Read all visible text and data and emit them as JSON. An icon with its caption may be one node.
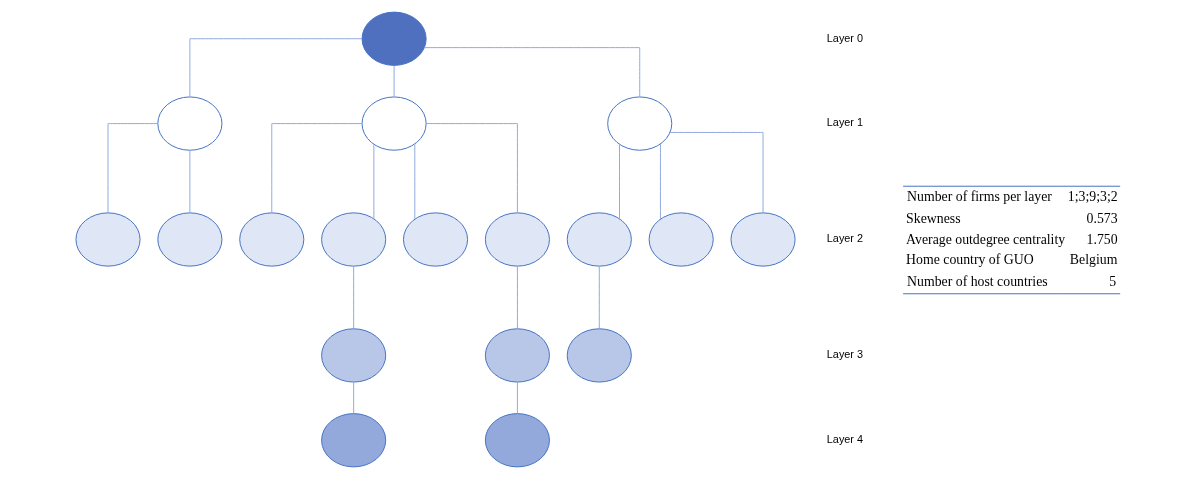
{
  "diagram": {
    "nodes": [
      {
        "text": [],
        "shape": "circle"
      },
      {
        "text": [],
        "shape": "circle"
      },
      {
        "text": [],
        "shape": "circle"
      },
      {
        "text": [],
        "shape": "circle"
      },
      {
        "text": [],
        "shape": "circle"
      },
      {
        "text": [],
        "shape": "circle"
      },
      {
        "text": [],
        "shape": "circle"
      },
      {
        "text": [],
        "shape": "circle"
      },
      {
        "text": [],
        "shape": "circle"
      },
      {
        "text": [],
        "shape": "circle"
      },
      {
        "text": [],
        "shape": "circle"
      },
      {
        "text": [],
        "shape": "circle"
      },
      {
        "text": [],
        "shape": "circle"
      },
      {
        "text": [],
        "shape": "circle"
      },
      {
        "text": [],
        "shape": "circle"
      },
      {
        "text": [],
        "shape": "circle"
      },
      {
        "text": [],
        "shape": "circle"
      },
      {
        "text": [],
        "shape": "circle"
      }
    ],
    "edges": [
      {
        "from": 0,
        "to": 1,
        "arrow": "none"
      },
      {
        "from": 0,
        "to": 2,
        "arrow": "none"
      },
      {
        "from": 0,
        "to": 3,
        "arrow": "none"
      },
      {
        "from": 1,
        "to": 4,
        "arrow": "none"
      },
      {
        "from": 1,
        "to": 5,
        "arrow": "none"
      },
      {
        "from": 2,
        "to": 6,
        "arrow": "none"
      },
      {
        "from": 2,
        "to": 7,
        "arrow": "none"
      },
      {
        "from": 2,
        "to": 8,
        "arrow": "none"
      },
      {
        "from": 2,
        "to": 9,
        "arrow": "none"
      },
      {
        "from": 3,
        "to": 10,
        "arrow": "none"
      },
      {
        "from": 3,
        "to": 11,
        "arrow": "none"
      },
      {
        "from": 3,
        "to": 12,
        "arrow": "none"
      },
      {
        "from": 7,
        "to": 13,
        "arrow": "none"
      },
      {
        "from": 9,
        "to": 14,
        "arrow": "none"
      },
      {
        "from": 10,
        "to": 15,
        "arrow": "none"
      },
      {
        "from": 13,
        "to": 16,
        "arrow": "none"
      },
      {
        "from": 14,
        "to": 17,
        "arrow": "none"
      }
    ],
    "labels": [
      "Layer 0",
      "Layer 1",
      "Layer 2",
      "Layer 3",
      "Layer 4",
      "Number of firms per layer",
      "1;3;9;3;2",
      "Skewness",
      "0.573",
      "Average outdegree centrality",
      "1.750",
      "Home country of GUO",
      "Belgium",
      "Number of host countries",
      "5"
    ]
  }
}
